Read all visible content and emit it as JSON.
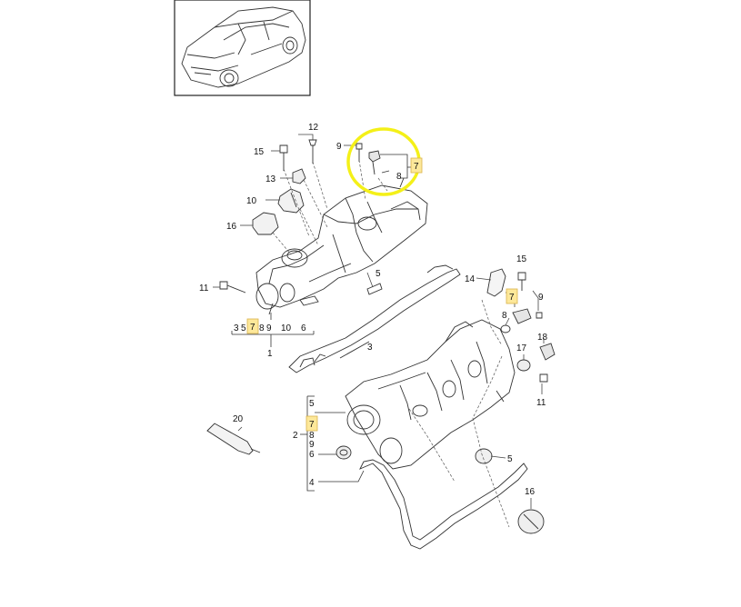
{
  "highlight_color": "#f4f018",
  "callout_fill": "#fde89a",
  "parts": {
    "p1": "1",
    "p2": "2",
    "p3": "3",
    "p4": "4",
    "p5": "5",
    "p6": "6",
    "p7": "7",
    "p8": "8",
    "p9": "9",
    "p10": "10",
    "p11": "11",
    "p12": "12",
    "p13": "13",
    "p14": "14",
    "p15": "15",
    "p16": "16",
    "p17": "17",
    "p18": "18",
    "p20": "20"
  }
}
